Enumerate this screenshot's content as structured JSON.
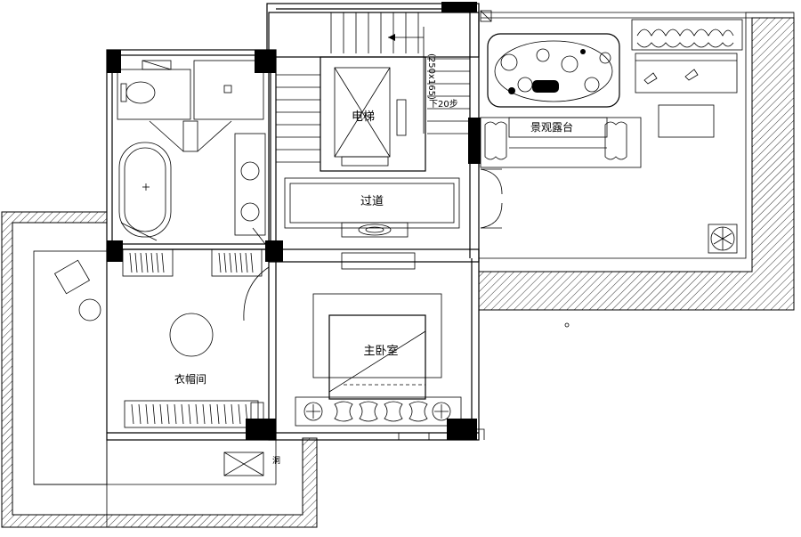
{
  "rooms": {
    "elevator": "电梯",
    "corridor": "过道",
    "terrace": "景观露台",
    "master_bedroom": "主卧室",
    "walk_in_closet": "衣帽间"
  },
  "stair": {
    "size_note": "(250x165)",
    "down_note": "下20步"
  },
  "misc": {
    "hole_label": "洞"
  },
  "colors": {
    "line": "#000000",
    "background": "#ffffff"
  }
}
